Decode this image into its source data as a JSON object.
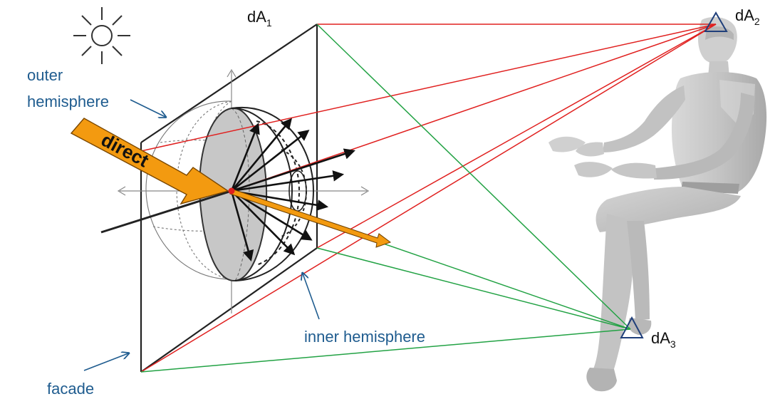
{
  "labels": {
    "dA1": {
      "base": "dA",
      "sub": "1"
    },
    "dA2": {
      "base": "dA",
      "sub": "2"
    },
    "dA3": {
      "base": "dA",
      "sub": "3"
    },
    "outer_hemisphere_line1": "outer",
    "outer_hemisphere_line2": "hemisphere",
    "inner_hemisphere": "inner hemisphere",
    "facade": "facade",
    "direct": "direct"
  },
  "colors": {
    "text_blue": "#1f5c8f",
    "ray_red": "#e0201f",
    "ray_green": "#22a244",
    "direct_orange": "#f39a10",
    "marker_navy": "#1f3f7a",
    "frame": "#222222",
    "figure_gray": "#bdbdbd"
  },
  "icons": {
    "sun": "sun-icon",
    "observer_markers": "triangle-icon"
  }
}
